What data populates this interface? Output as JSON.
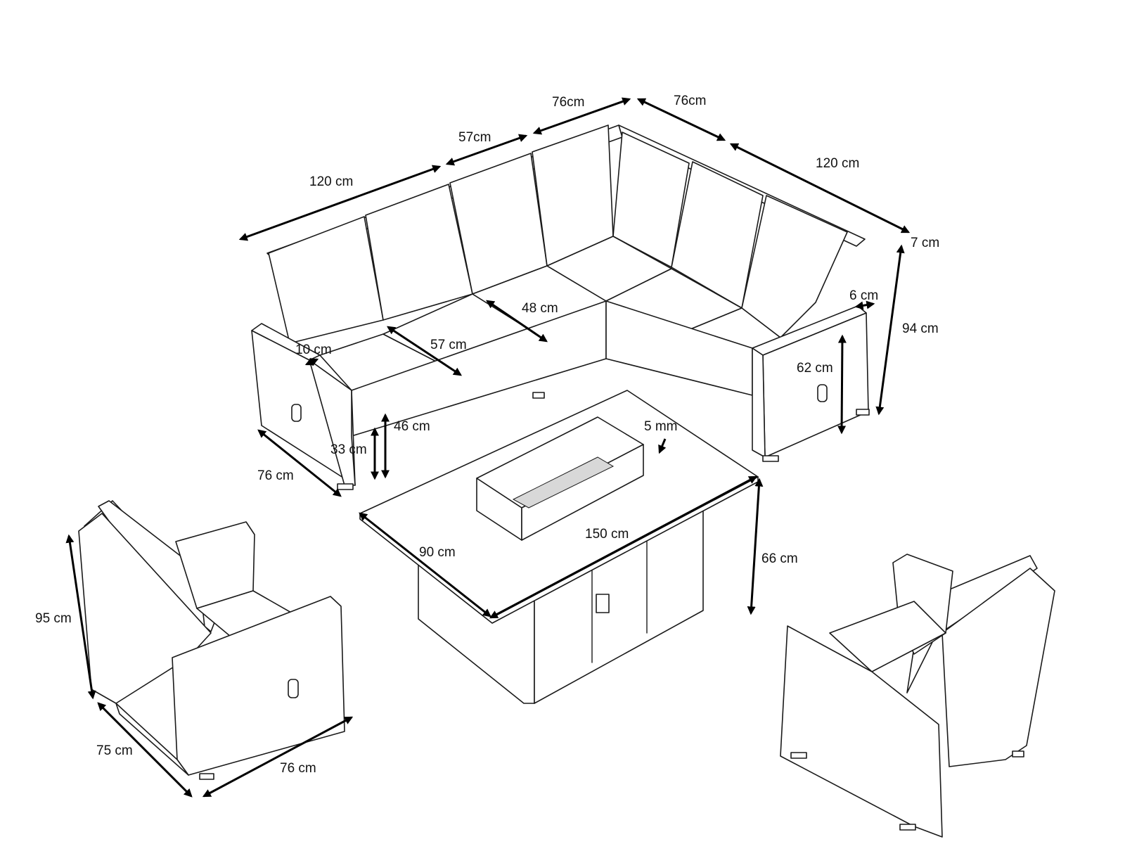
{
  "colors": {
    "outline": "#1a1a1a",
    "dimension": "#000000",
    "background": "#ffffff"
  },
  "labels": {
    "top_left_back": "120 cm",
    "top_middle_back": "57cm",
    "top_corner_left": "76cm",
    "top_corner_right": "76cm",
    "right_back": "120 cm",
    "arm_width_top": "7 cm",
    "arm_inner": "6 cm",
    "sofa_height": "94 cm",
    "seat_depth_middle": "48 cm",
    "seat_width": "57 cm",
    "arm_width_left": "10 cm",
    "arm_height": "62 cm",
    "seat_height_46": "46 cm",
    "seat_height_33": "33 cm",
    "sofa_depth": "76 cm",
    "glass_thickness": "5 mm",
    "table_length": "150 cm",
    "table_width": "90 cm",
    "table_height": "66 cm",
    "chair_height": "95 cm",
    "chair_depth": "75 cm",
    "chair_width": "76 cm"
  }
}
